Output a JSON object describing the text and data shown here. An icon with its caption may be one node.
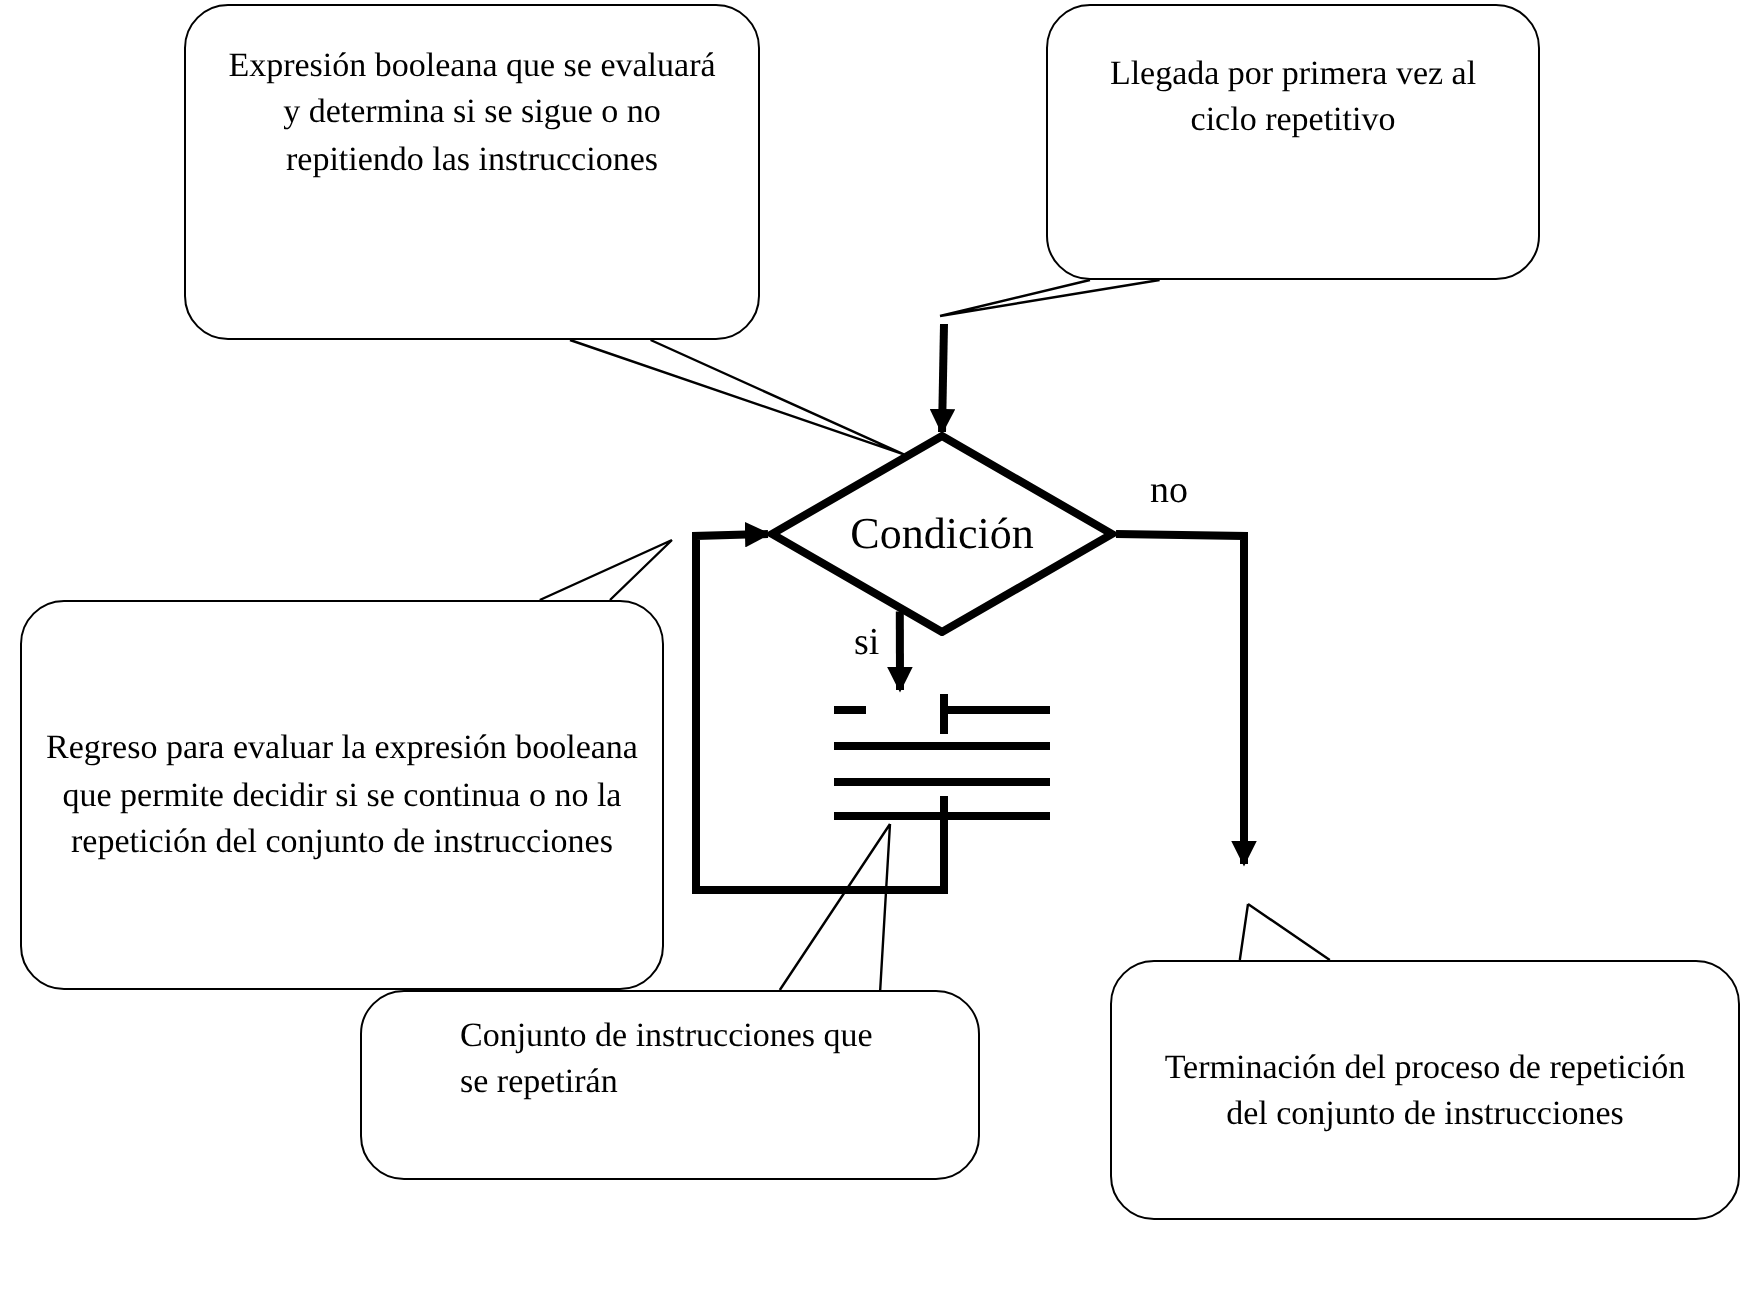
{
  "diagram": {
    "nodes": [
      {
        "text": [
          "Expresión booleana que se evaluará y determina si se sigue o no repitiendo las instrucciones"
        ]
      },
      {
        "text": [
          "Llegada por primera vez al ciclo repetitivo"
        ]
      },
      {
        "text": [
          "Condición"
        ]
      },
      {
        "text": [
          "Regreso para evaluar la expresión booleana que permite decidir si se continua o no la repetición del conjunto de instrucciones"
        ]
      },
      {
        "text": [],
        "shape": "box"
      },
      {
        "text": [
          "Terminación del proceso de repetición del conjunto de instrucciones"
        ]
      },
      {
        "text": [
          "Conjunto de instrucciones que se repetirán"
        ]
      }
    ],
    "edges": [
      {
        "from": null,
        "to": 2,
        "arrow": "to",
        "style": "thick"
      },
      {
        "from": 2,
        "to": 4,
        "arrow": "to",
        "label": "si",
        "style": "thick"
      },
      {
        "from": 4,
        "to": 2,
        "arrow": "to",
        "style": "thick"
      },
      {
        "from": 2,
        "to": null,
        "arrow": "to",
        "label": "no",
        "style": "thick"
      },
      {
        "from": 0,
        "to": 2,
        "arrow": "none"
      },
      {
        "from": 1,
        "to": null,
        "arrow": "none"
      },
      {
        "from": 3,
        "to": null,
        "arrow": "none"
      },
      {
        "from": 6,
        "to": 4,
        "arrow": "none"
      },
      {
        "from": 5,
        "to": null,
        "arrow": "none"
      }
    ]
  }
}
